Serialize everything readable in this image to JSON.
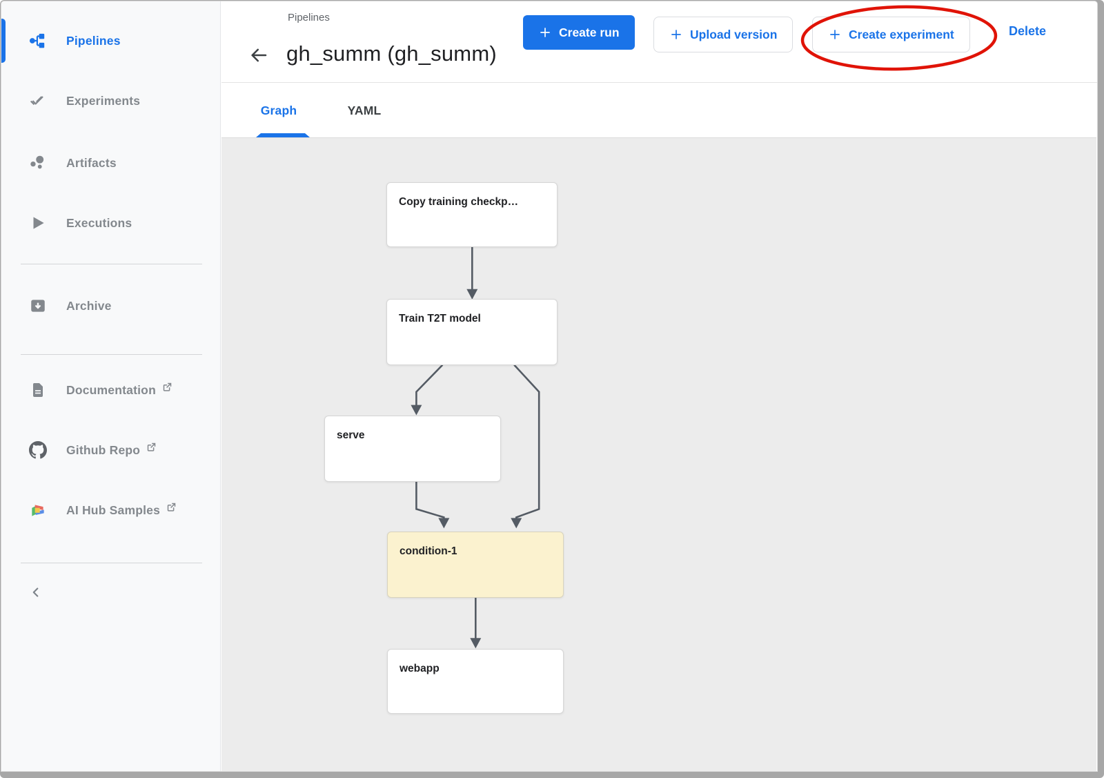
{
  "sidebar": {
    "items": [
      {
        "label": "Pipelines",
        "icon": "pipelines-icon",
        "active": true
      },
      {
        "label": "Experiments",
        "icon": "experiments-icon",
        "active": false
      },
      {
        "label": "Artifacts",
        "icon": "artifacts-icon",
        "active": false
      },
      {
        "label": "Executions",
        "icon": "executions-icon",
        "active": false
      },
      {
        "label": "Archive",
        "icon": "archive-icon",
        "active": false
      },
      {
        "label": "Documentation",
        "icon": "document-icon",
        "active": false,
        "external": true
      },
      {
        "label": "Github Repo",
        "icon": "github-icon",
        "active": false,
        "external": true
      },
      {
        "label": "AI Hub Samples",
        "icon": "aihub-icon",
        "active": false,
        "external": true
      }
    ]
  },
  "header": {
    "breadcrumb": "Pipelines",
    "title": "gh_summ (gh_summ)",
    "create_run": "Create run",
    "upload_version": "Upload version",
    "create_experiment": "Create experiment",
    "delete": "Delete"
  },
  "tabs": {
    "graph": "Graph",
    "yaml": "YAML"
  },
  "graph": {
    "nodes": [
      {
        "id": "copy",
        "label": "Copy training checkp…",
        "type": "task"
      },
      {
        "id": "train",
        "label": "Train T2T model",
        "type": "task"
      },
      {
        "id": "serve",
        "label": "serve",
        "type": "task"
      },
      {
        "id": "condition-1",
        "label": "condition-1",
        "type": "condition"
      },
      {
        "id": "webapp",
        "label": "webapp",
        "type": "task"
      }
    ],
    "edges": [
      {
        "from": "copy",
        "to": "train"
      },
      {
        "from": "train",
        "to": "serve"
      },
      {
        "from": "train",
        "to": "condition-1"
      },
      {
        "from": "serve",
        "to": "condition-1"
      },
      {
        "from": "condition-1",
        "to": "webapp"
      }
    ]
  },
  "colors": {
    "accent": "#1a73e8",
    "condition_fill": "#fbf2cf",
    "graph_background": "#ececec",
    "edge": "#545b64",
    "annotation_red": "#e01307",
    "sidebar_text": "#83888d"
  }
}
